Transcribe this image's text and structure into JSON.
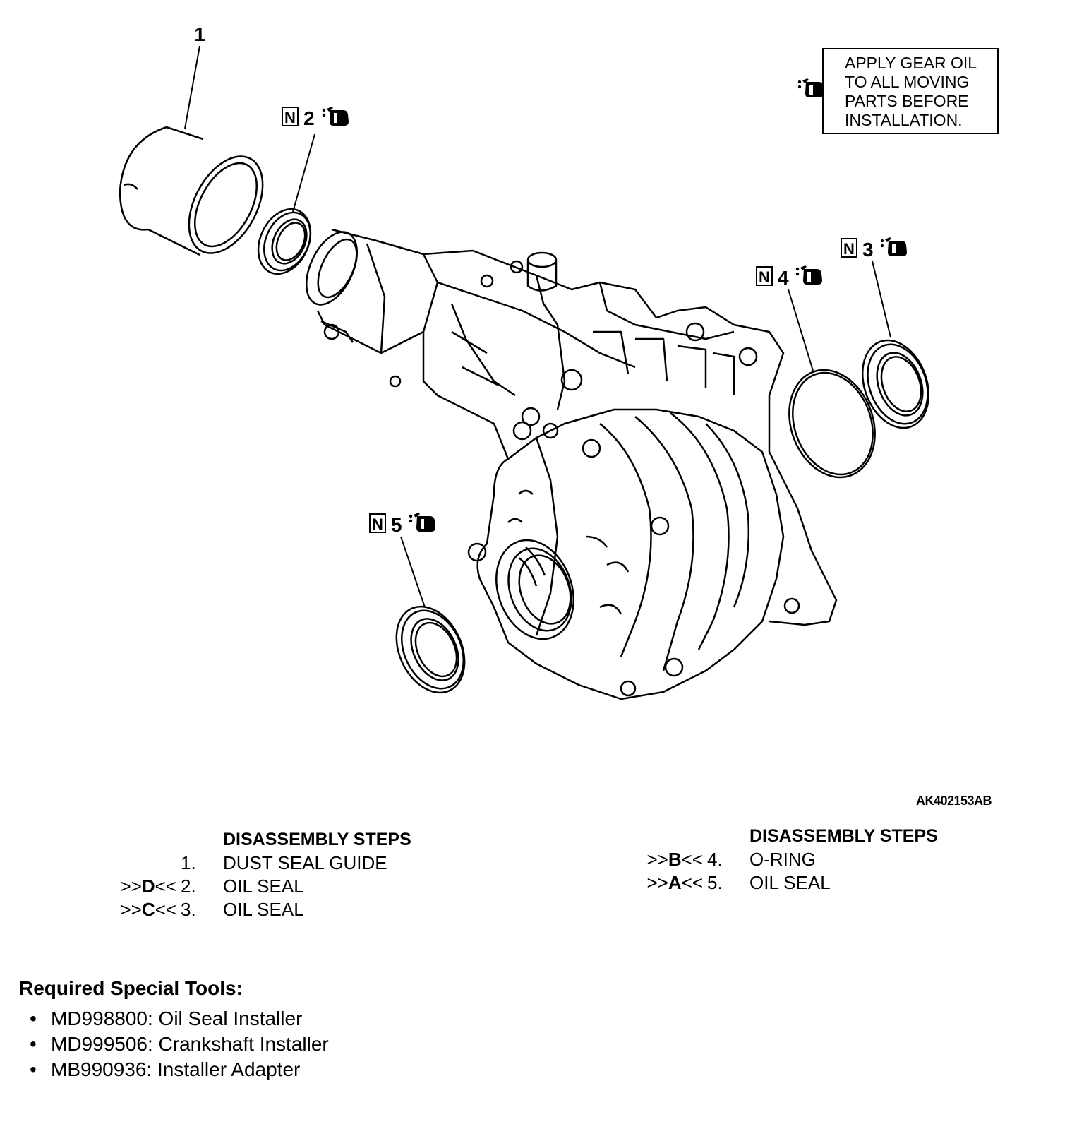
{
  "diagram": {
    "figure_id": "AK402153AB",
    "note": {
      "lines": [
        "APPLY GEAR OIL",
        "TO ALL MOVING",
        "PARTS BEFORE",
        "INSTALLATION."
      ],
      "icon": "oil-can-icon"
    },
    "callouts": [
      {
        "number": "1",
        "new_part": false
      },
      {
        "number": "2",
        "new_part": true
      },
      {
        "number": "3",
        "new_part": true
      },
      {
        "number": "4",
        "new_part": true
      },
      {
        "number": "5",
        "new_part": true
      }
    ],
    "new_part_symbol": "N"
  },
  "steps_left": {
    "heading": "DISASSEMBLY STEPS",
    "rows": [
      {
        "mark_prefix": "",
        "mark_letter": "",
        "mark_suffix": "",
        "num": "1.",
        "name": "DUST SEAL GUIDE"
      },
      {
        "mark_prefix": ">>",
        "mark_letter": "D",
        "mark_suffix": "<<",
        "num": "2.",
        "name": "OIL SEAL"
      },
      {
        "mark_prefix": ">>",
        "mark_letter": "C",
        "mark_suffix": "<<",
        "num": "3.",
        "name": "OIL SEAL"
      }
    ]
  },
  "steps_right": {
    "heading": "DISASSEMBLY STEPS",
    "rows": [
      {
        "mark_prefix": ">>",
        "mark_letter": "B",
        "mark_suffix": "<<",
        "num": "4.",
        "name": "O-RING"
      },
      {
        "mark_prefix": ">>",
        "mark_letter": "A",
        "mark_suffix": "<<",
        "num": "5.",
        "name": "OIL SEAL"
      }
    ]
  },
  "tools": {
    "heading": "Required Special Tools:",
    "bullet": "•",
    "items": [
      "MD998800: Oil Seal Installer",
      "MD999506: Crankshaft Installer",
      "MB990936: Installer Adapter"
    ]
  }
}
